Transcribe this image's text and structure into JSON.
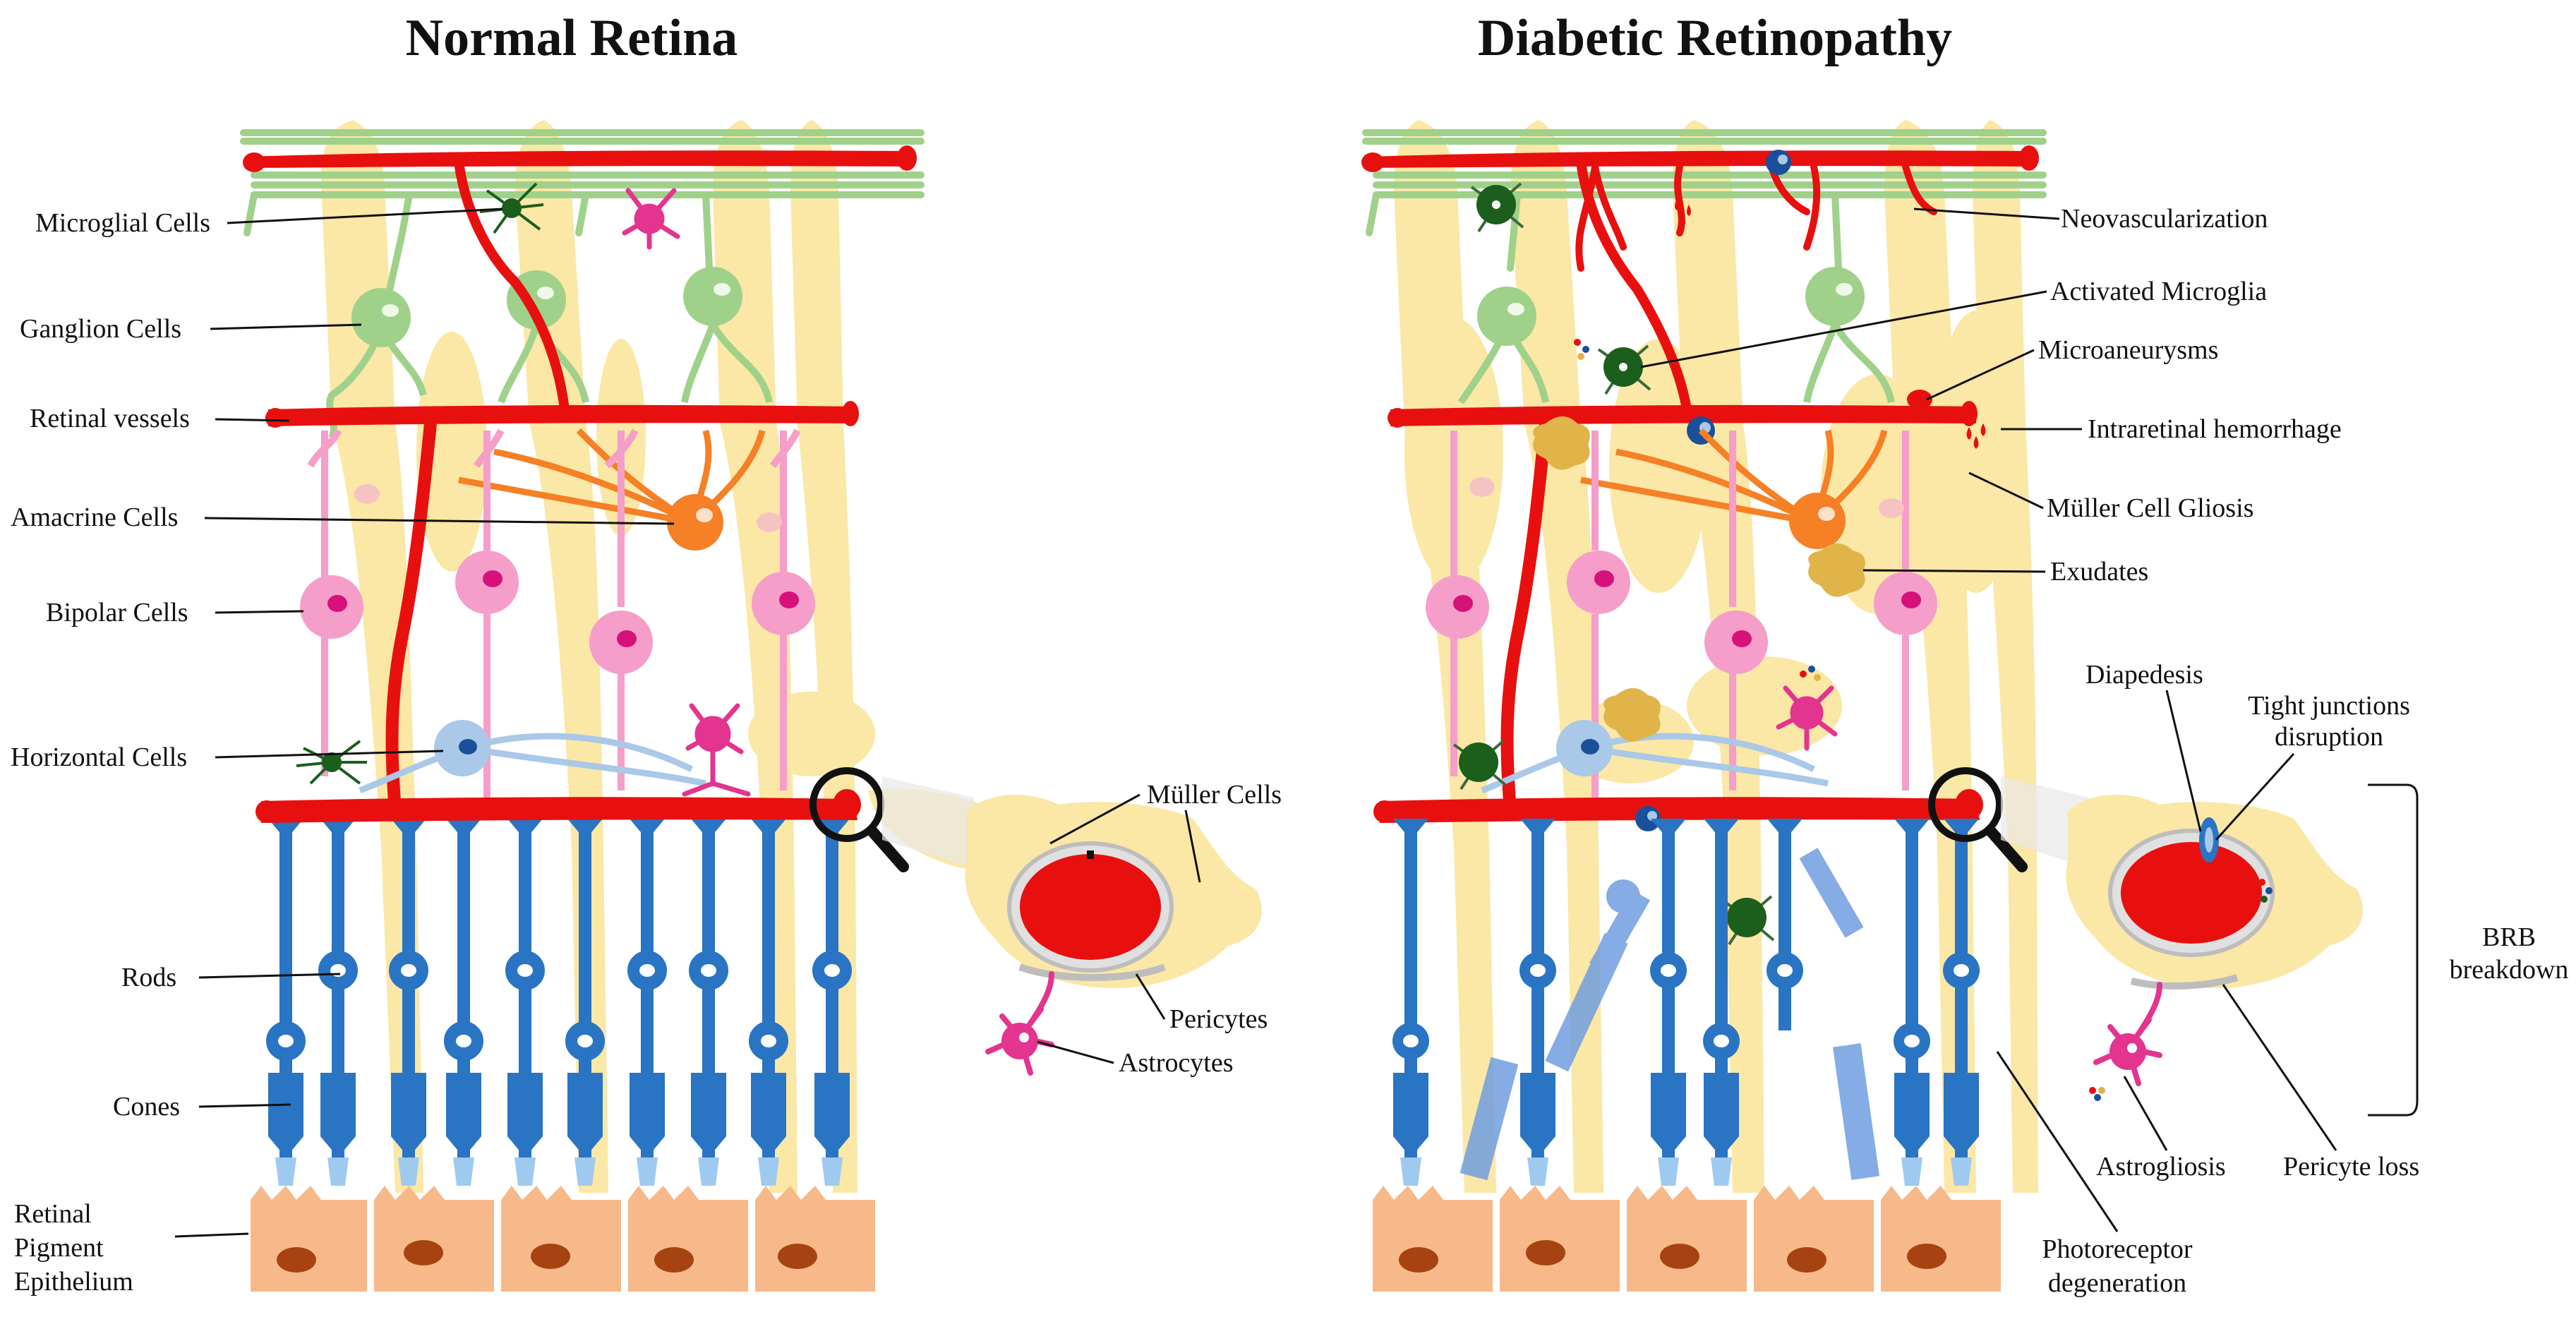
{
  "panels": {
    "normal": {
      "title": "Normal Retina",
      "labels": {
        "microglial": "Microglial Cells",
        "ganglion": "Ganglion Cells",
        "vessels": "Retinal vessels",
        "amacrine": "Amacrine Cells",
        "bipolar": "Bipolar Cells",
        "horizontal": "Horizontal Cells",
        "rods": "Rods",
        "cones": "Cones",
        "rpe_1": "Retinal",
        "rpe_2": "Pigment",
        "rpe_3": "Epithelium",
        "muller": "Müller Cells",
        "pericytes": "Pericytes",
        "astrocytes": "Astrocytes"
      }
    },
    "diabetic": {
      "title": "Diabetic Retinopathy",
      "labels": {
        "neovascularization": "Neovascularization",
        "activated_microglia": "Activated Microglia",
        "microaneurysms": "Microaneurysms",
        "hemorrhage": "Intraretinal hemorrhage",
        "gliosis": "Müller Cell Gliosis",
        "exudates": "Exudates",
        "diapedesis": "Diapedesis",
        "tight_1": "Tight junctions",
        "tight_2": "disruption",
        "brb_1": "BRB",
        "brb_2": "breakdown",
        "astrogliosis": "Astrogliosis",
        "pericyte_loss": "Pericyte loss",
        "degeneration_1": "Photoreceptor",
        "degeneration_2": "degeneration"
      }
    }
  },
  "colors": {
    "vessel": "#e8100f",
    "nerve_fiber": "#9fd18a",
    "ganglion": "#9fd18a",
    "muller_glia": "#fbe7a6",
    "bipolar": "#f59ec9",
    "amacrine": "#f58025",
    "horizontal": "#aac8e8",
    "photoreceptor": "#2a74c4",
    "rpe": "#f7b98a",
    "rpe_nucleus": "#a64310",
    "astrocyte": "#e3348f",
    "microglia": "#1c5e1c",
    "exudate": "#e0b448"
  },
  "icons": [
    "magnifier-icon"
  ]
}
